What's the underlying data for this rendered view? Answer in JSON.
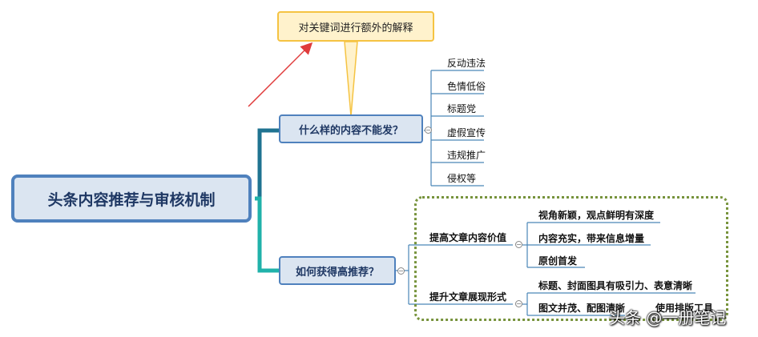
{
  "central_topic": "头条内容推荐与审核机制",
  "callout": "对关键词进行额外的解释",
  "branch1": {
    "label": "什么样的内容不能发？",
    "items": [
      "反动违法",
      "色情低俗",
      "标题党",
      "虚假宣传",
      "违规推广",
      "侵权等"
    ]
  },
  "branch2": {
    "label": "如何获得高推荐？",
    "subtopics": [
      {
        "label": "提高文章内容价值",
        "items": [
          "视角新颖，观点鲜明有深度",
          "内容充实，带来信息增量",
          "原创首发"
        ]
      },
      {
        "label": "提升文章展现形式",
        "items": [
          "标题、封面图具有吸引力、表意清晰",
          "图文并茂、配图清晰",
          "使用排版工具"
        ]
      }
    ]
  },
  "watermark": "头条 @一册笔记",
  "colors": {
    "central_border": "#4f81bd",
    "central_fill": "#dbe5f1",
    "callout_fill": "#fff2cc",
    "callout_border": "#f5c342",
    "arrow": "#e03c3c",
    "boundary": "#77933c",
    "link_upper": "#1f7391",
    "link_lower": "#20b2aa"
  }
}
